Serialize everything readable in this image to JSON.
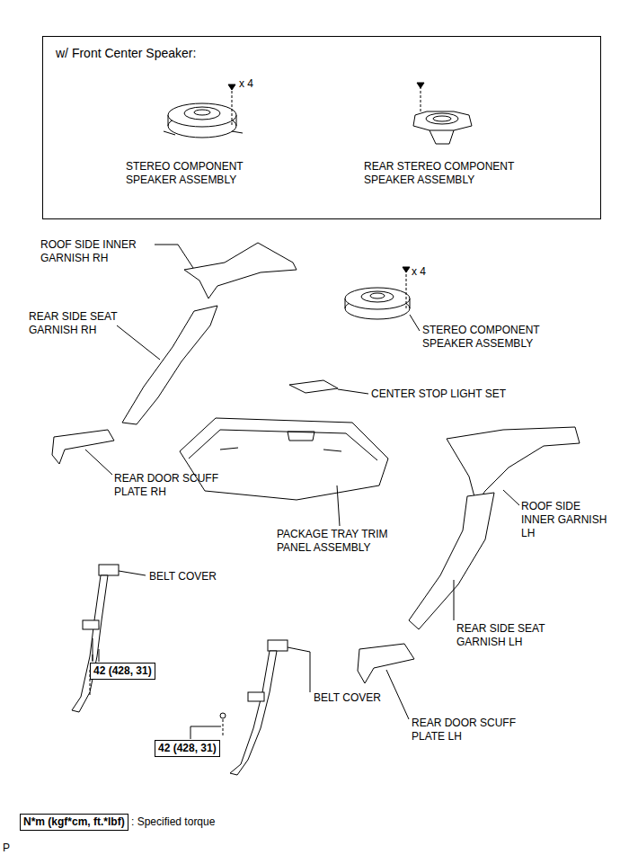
{
  "diagram": {
    "nodes": [
      {
        "text": [
          "w/ Front Center Speaker:",
          "x 4",
          "STEREO COMPONENT SPEAKER ASSEMBLY",
          "REAR STEREO COMPONENT SPEAKER ASSEMBLY"
        ]
      },
      {
        "text": [
          "42 (428, 31)"
        ]
      },
      {
        "text": [
          "42 (428, 31)"
        ]
      },
      {
        "text": [
          "N*m (kgf*cm, ft.*lbf)"
        ]
      }
    ],
    "labels": [
      "ROOF SIDE INNER GARNISH RH",
      "REAR SIDE SEAT GARNISH RH",
      "x 4",
      "STEREO COMPONENT SPEAKER ASSEMBLY",
      "CENTER STOP LIGHT SET",
      "REAR DOOR SCUFF PLATE RH",
      "PACKAGE TRAY TRIM PANEL ASSEMBLY",
      "ROOF SIDE INNER GARNISH LH",
      "BELT COVER",
      "REAR SIDE SEAT GARNISH LH",
      "BELT COVER",
      "REAR DOOR SCUFF PLATE LH",
      ": Specified torque",
      "P"
    ]
  }
}
